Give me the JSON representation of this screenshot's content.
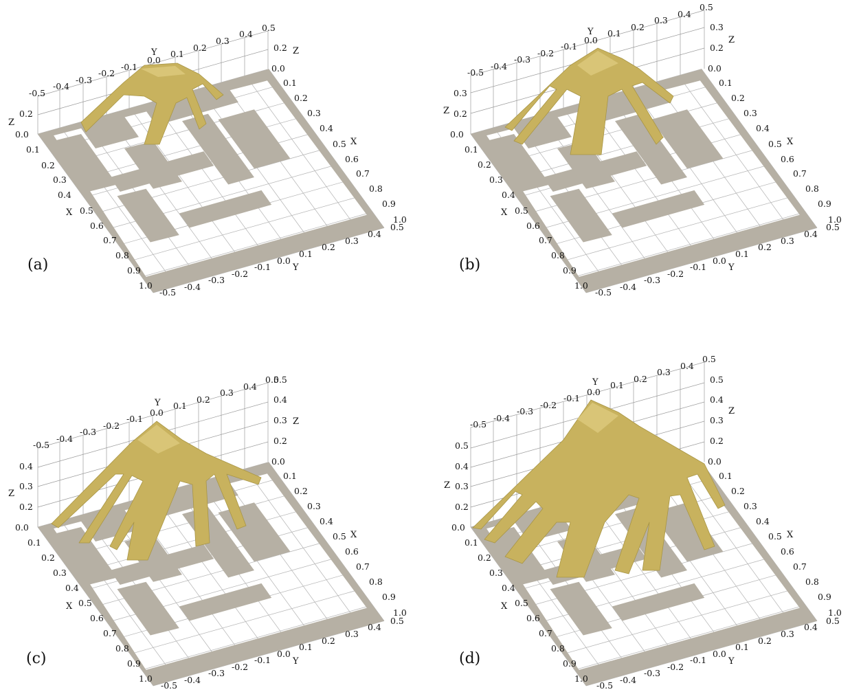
{
  "figure": {
    "panels": [
      {
        "id": "a",
        "label": "(a)"
      },
      {
        "id": "b",
        "label": "(b)"
      },
      {
        "id": "c",
        "label": "(c)"
      },
      {
        "id": "d",
        "label": "(d)"
      }
    ],
    "axes": {
      "x_name": "X",
      "y_name": "Y",
      "z_name": "Z",
      "x_ticks": [
        "0.0",
        "0.1",
        "0.2",
        "0.3",
        "0.4",
        "0.5",
        "0.6",
        "0.7",
        "0.8",
        "0.9",
        "1.0"
      ],
      "y_ticks": [
        "-0.5",
        "-0.4",
        "-0.3",
        "-0.2",
        "-0.1",
        "0.0",
        "0.1",
        "0.2",
        "0.3",
        "0.4",
        "0.5"
      ],
      "z_ticks_a": [
        "0.0",
        "0.2"
      ],
      "z_ticks_b": [
        "0.0",
        "0.2",
        "0.3"
      ],
      "z_ticks_c": [
        "0.0",
        "0.2",
        "0.3",
        "0.4"
      ],
      "z_ticks_d": [
        "0.0",
        "0.2",
        "0.3",
        "0.4",
        "0.5"
      ],
      "z_ticks_right": [
        "0.0",
        "0.2",
        "0.3",
        "0.4",
        "0.5"
      ]
    },
    "colors": {
      "tree": "#c8b25e",
      "rail": "#b6b0a4",
      "grid": "#9a9a9a"
    }
  }
}
